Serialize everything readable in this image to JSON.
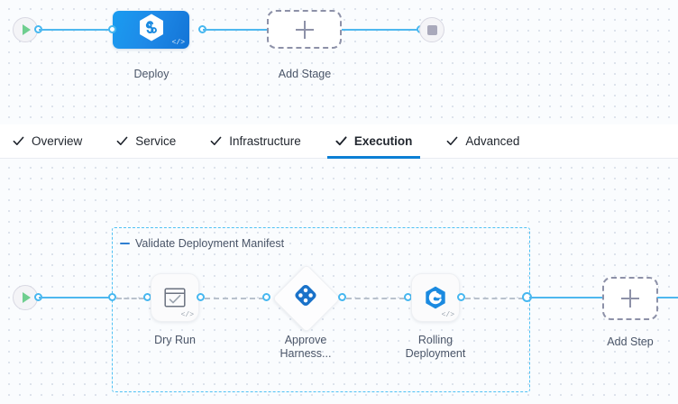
{
  "stage_graph": {
    "start_node": {
      "name": "pipeline-start",
      "icon": "play-icon"
    },
    "end_node": {
      "name": "pipeline-end",
      "icon": "stop-icon"
    },
    "nodes": [
      {
        "id": "deploy",
        "label": "Deploy",
        "icon": "harness-hexagon-icon",
        "code_glyph": "</>",
        "type": "stage"
      },
      {
        "id": "add-stage",
        "label": "Add Stage",
        "icon": "plus-icon",
        "type": "add"
      }
    ]
  },
  "tabs": [
    {
      "label": "Overview",
      "icon": "check-icon",
      "active": false
    },
    {
      "label": "Service",
      "icon": "check-icon",
      "active": false
    },
    {
      "label": "Infrastructure",
      "icon": "check-icon",
      "active": false
    },
    {
      "label": "Execution",
      "icon": "check-icon",
      "active": true
    },
    {
      "label": "Advanced",
      "icon": "check-icon",
      "active": false
    }
  ],
  "execution_graph": {
    "start_node": {
      "name": "execution-start",
      "icon": "play-icon"
    },
    "group": {
      "label": "Validate Deployment Manifest",
      "collapse_icon": "minus-icon"
    },
    "steps": [
      {
        "id": "dry-run",
        "label": "Dry Run",
        "icon": "shell-script-check-icon",
        "code_glyph": "</>"
      },
      {
        "id": "approve-harness",
        "label": "Approve\nHarness...",
        "icon": "harness-approval-diamond-icon"
      },
      {
        "id": "rolling-deployment",
        "label": "Rolling\nDeployment",
        "icon": "rolling-deployment-icon",
        "code_glyph": "</>"
      }
    ],
    "add_step": {
      "label": "Add Step",
      "icon": "plus-icon"
    }
  },
  "colors": {
    "accent_blue": "#0b7fd4",
    "connector_blue": "#4fb8ef",
    "group_border": "#4fc1f4",
    "stage_gradient_from": "#1a9cf0",
    "stage_gradient_to": "#1374d6",
    "play_green": "#6fce8f",
    "dashed_gray": "#8d91a8",
    "label_text": "#4a5568",
    "canvas_bg": "#fafcfe"
  }
}
